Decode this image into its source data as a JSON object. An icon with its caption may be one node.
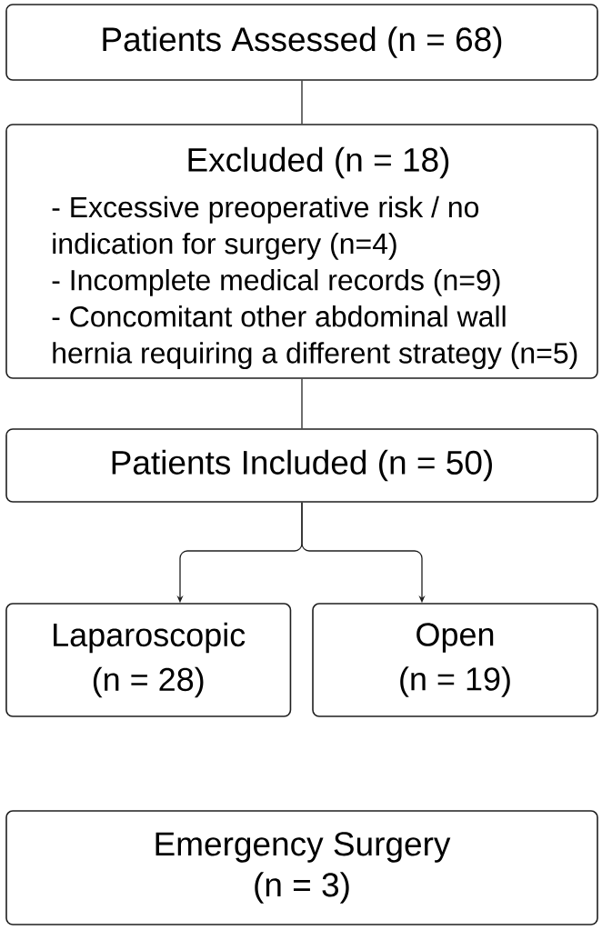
{
  "diagram": {
    "nodes": [
      {
        "text": [
          "Patients Assessed (n = 68)"
        ]
      },
      {
        "text": [
          "Excluded (n = 18)",
          "- Excessive preoperative risk / no indication for surgery (n=4)",
          "- Incomplete medical records (n=9)",
          "- Concomitant other abdominal wall hernia requiring a different strategy (n=5)"
        ]
      },
      {
        "text": [
          "Patients Included (n = 50)"
        ]
      },
      {
        "text": [
          "Laparoscopic (n = 28)"
        ]
      },
      {
        "text": [
          "Open (n = 19)"
        ]
      },
      {
        "text": [
          "Emergency Surgery (n = 3)"
        ]
      }
    ],
    "edges": [
      {
        "from": 0,
        "to": 1,
        "arrow": "none"
      },
      {
        "from": 1,
        "to": 2,
        "arrow": "none"
      },
      {
        "from": 2,
        "to": 3,
        "arrow": "to"
      },
      {
        "from": 2,
        "to": 4,
        "arrow": "to"
      }
    ]
  }
}
